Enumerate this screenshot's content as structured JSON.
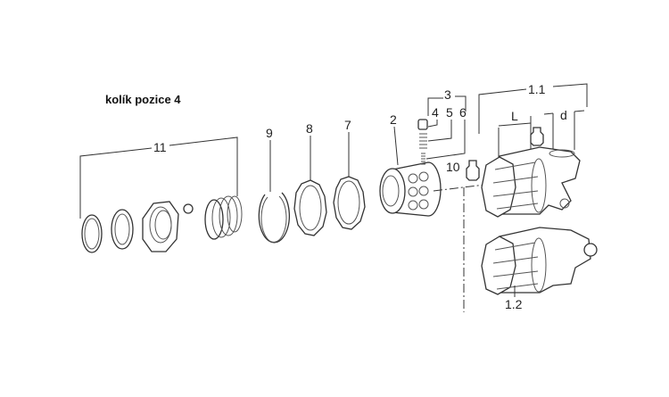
{
  "title": "kolík pozice 4",
  "labels": {
    "p11": "11",
    "p9": "9",
    "p8": "8",
    "p7": "7",
    "p2": "2",
    "p3": "3",
    "p4": "4",
    "p5": "5",
    "p6": "6",
    "p10": "10",
    "p1_1": "1.1",
    "p1_2": "1.2",
    "dim_L": "L",
    "dim_d": "d"
  }
}
